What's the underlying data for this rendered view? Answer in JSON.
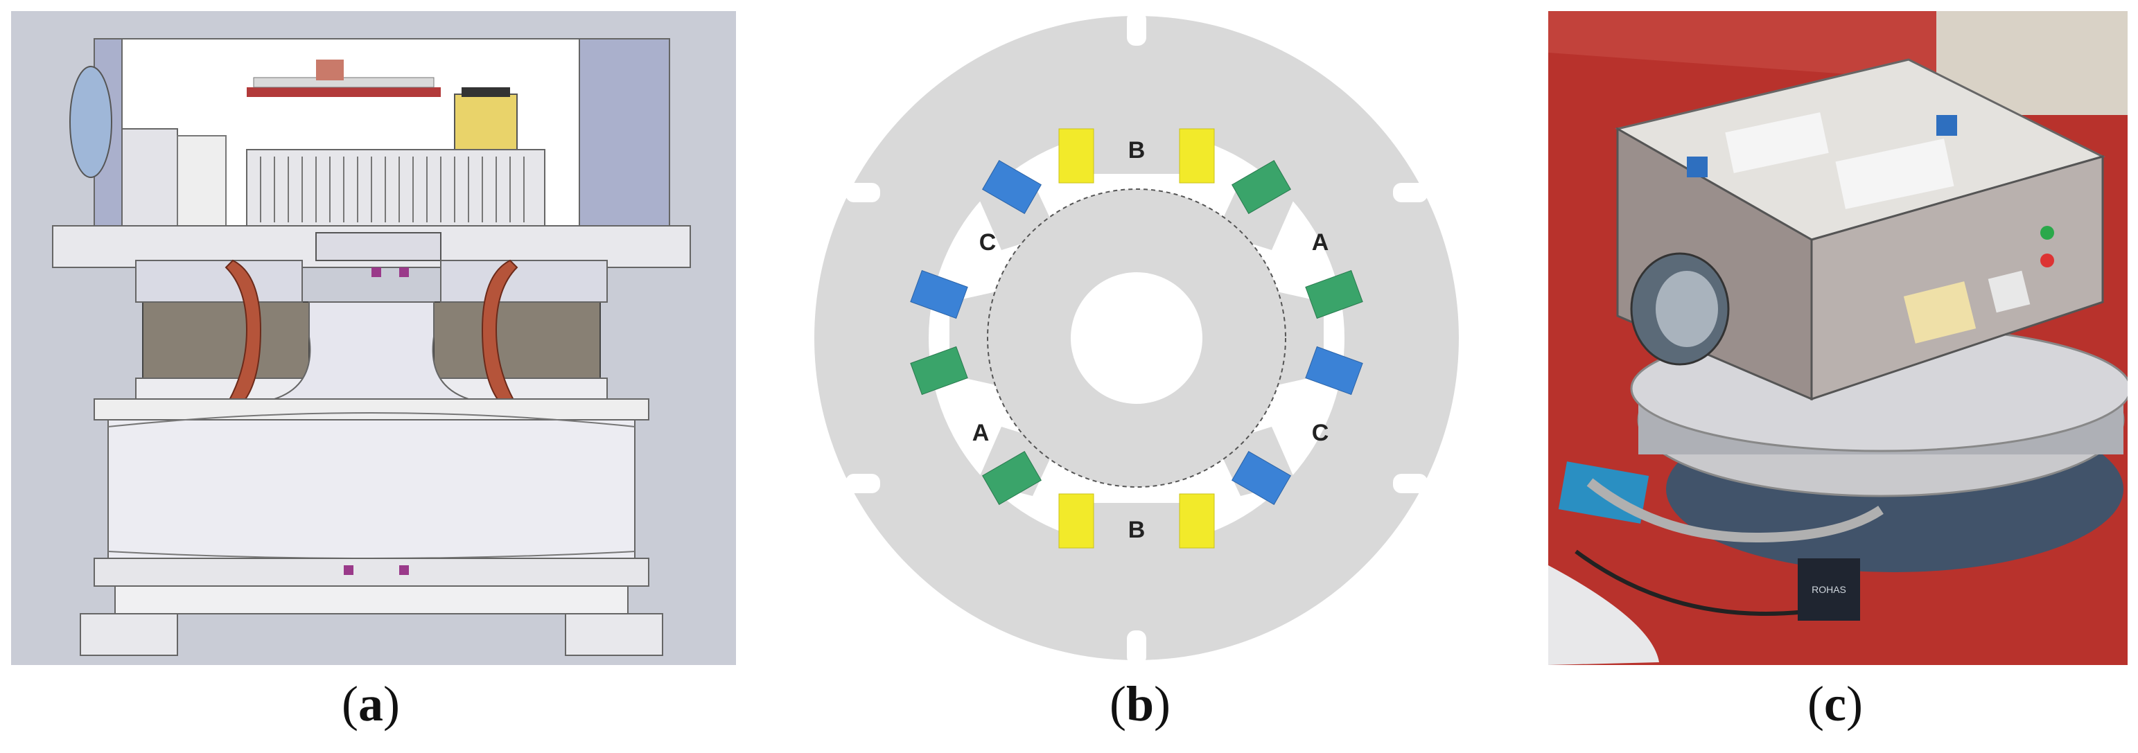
{
  "captions": {
    "a": {
      "open": "(",
      "letter": "a",
      "close": ")"
    },
    "b": {
      "open": "(",
      "letter": "b",
      "close": ")"
    },
    "c": {
      "open": "(",
      "letter": "c",
      "close": ")"
    }
  },
  "stator": {
    "phase_labels": {
      "b_top": "B",
      "b_bottom": "B",
      "c_left": "C",
      "c_right": "C",
      "a_left": "A",
      "a_right": "A"
    },
    "colors": {
      "phase_a": "#3aa46a",
      "phase_b": "#f2ea2a",
      "phase_c": "#3b82d6",
      "steel": "#d9d9d9"
    }
  },
  "photo_label": {
    "brand": "ROHAS"
  }
}
